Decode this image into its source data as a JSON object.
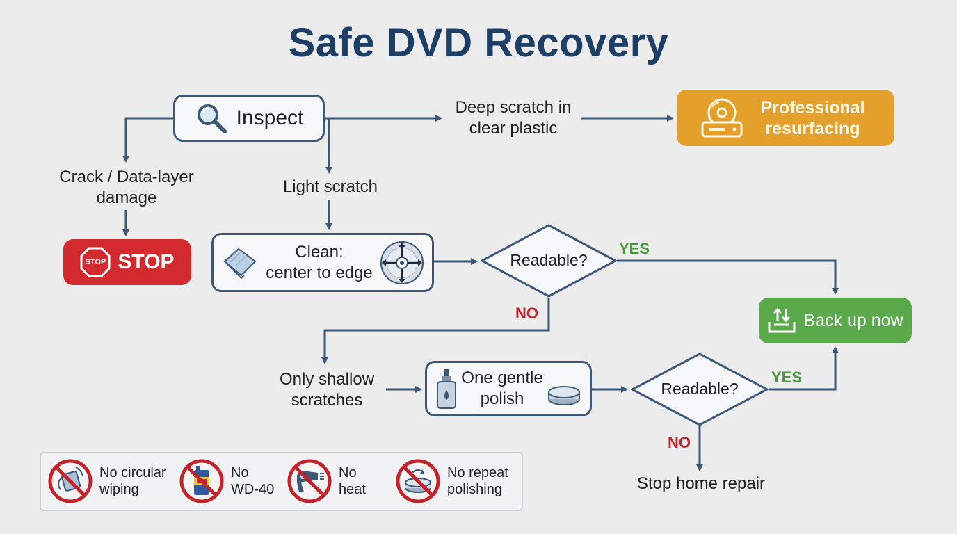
{
  "title": "Safe DVD Recovery",
  "colors": {
    "line": "#3d5877",
    "title": "#1d3f66",
    "stop": "#d32a2f",
    "professional": "#e3a12b",
    "backup": "#5aaa4c",
    "yes": "#4a9a3c",
    "no": "#c4232b"
  },
  "nodes": {
    "inspect": {
      "label": "Inspect",
      "icon": "magnifier-icon"
    },
    "professional": {
      "label": "Professional resurfacing",
      "icon": "disc-drive-icon"
    },
    "stop": {
      "label": "STOP",
      "sign_text": "STOP",
      "icon": "stop-sign-icon"
    },
    "clean": {
      "label": "Clean:\ncenter to edge",
      "icons": [
        "cloth-icon",
        "disc-arrows-icon"
      ]
    },
    "readable1": {
      "label": "Readable?"
    },
    "backup": {
      "label": "Back up now",
      "icon": "upload-tray-icon"
    },
    "polish": {
      "label": "One gentle\npolish",
      "icons": [
        "polish-bottle-icon",
        "polish-puck-icon"
      ]
    },
    "readable2": {
      "label": "Readable?"
    },
    "stop_home": {
      "label": "Stop home repair"
    }
  },
  "edge_labels": {
    "deep_scratch": "Deep scratch in\nclear plastic",
    "crack": "Crack / Data-layer\ndamage",
    "light_scratch": "Light scratch",
    "shallow": "Only shallow\nscratches",
    "yes1": "YES",
    "no1": "NO",
    "yes2": "YES",
    "no2": "NO"
  },
  "warnings": [
    {
      "label": "No circular\nwiping",
      "icon": "no-circular-wiping-icon"
    },
    {
      "label": "No\nWD-40",
      "icon": "no-wd40-icon"
    },
    {
      "label": "No\nheat",
      "icon": "no-heat-icon"
    },
    {
      "label": "No repeat\npolishing",
      "icon": "no-repeat-polishing-icon"
    }
  ]
}
